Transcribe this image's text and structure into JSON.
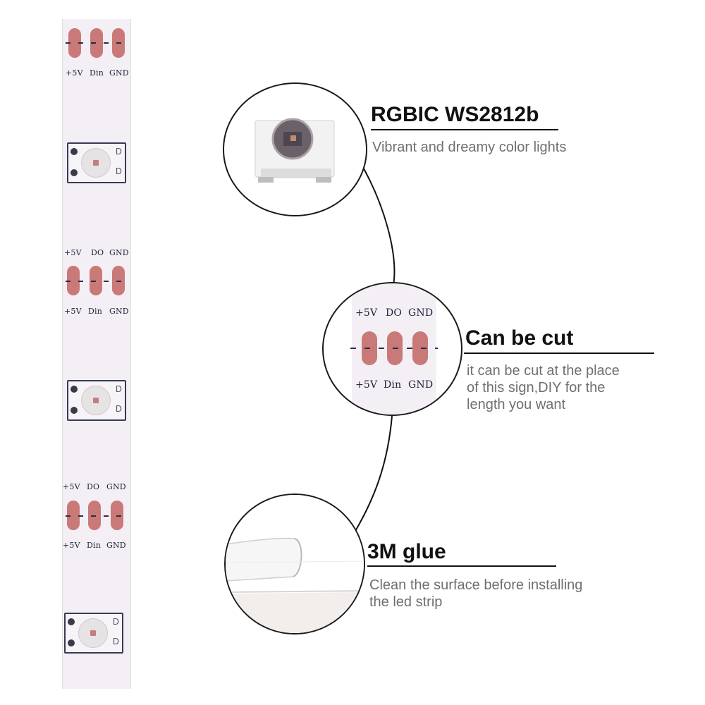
{
  "strip": {
    "pin_labels": {
      "vcc": "+5V",
      "data_in": "Din",
      "data_out": "DO",
      "ground": "GND"
    }
  },
  "features": [
    {
      "title": "RGBIC WS2812b",
      "description_lines": [
        "Vibrant and dreamy color lights"
      ]
    },
    {
      "title": "Can be cut",
      "description_lines": [
        "it can be cut at the place",
        "of this sign,DIY for the",
        "length you want"
      ]
    },
    {
      "title": "3M glue",
      "description_lines": [
        "Clean the surface before installing",
        "the led strip"
      ]
    }
  ],
  "colors": {
    "pad_copper": "#c97a78",
    "strip_background": "#f3eff4",
    "heading_text": "#111111",
    "description_text": "#6f6f6f"
  }
}
